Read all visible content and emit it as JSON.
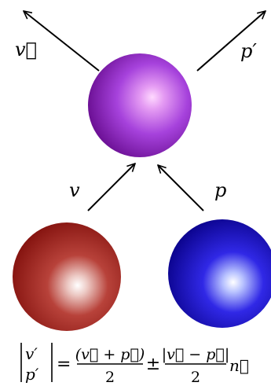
{
  "labels": {
    "outgoing_left": "v⃗",
    "outgoing_right": "p′",
    "incoming_left": "v",
    "incoming_right": "p"
  },
  "formula": {
    "vec_top": "v′",
    "vec_bottom": "p′",
    "equals": "=",
    "frac1_numerator": "(v⃗ + p⃗)",
    "frac1_denominator": "2",
    "plus_minus": "±",
    "frac2_numerator": "|v⃗ − p⃗|",
    "frac2_denominator": "2",
    "unit_vector": "n⃗"
  },
  "colors": {
    "merged_sphere": "#9b2fd0",
    "left_sphere": "#a3241e",
    "right_sphere": "#1c12b8",
    "arrows": "#000000"
  }
}
